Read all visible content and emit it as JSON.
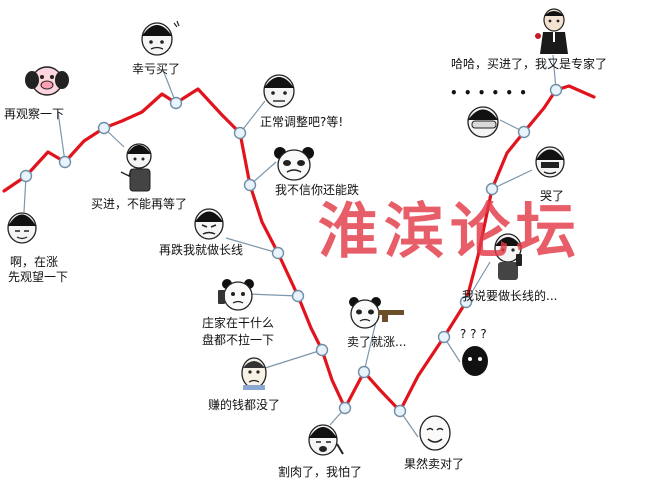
{
  "captions": {
    "zai_kan": "再观察一下",
    "xing_kui": "幸亏买了",
    "mai_jin": "买进，不能再等了",
    "zheng_chang": "正常调整吧?等!",
    "bu_xin": "我不信你还能跌",
    "zai_die": "再跌我就做长线",
    "a_zai_zhang_1": "啊，在涨",
    "a_zai_zhang_2": "先观望一下",
    "zhuang_jia_1": "庄家在干什么",
    "zhuang_jia_2": "盘都不拉一下",
    "zhuan_de": "赚的钱都没了",
    "ge_rou": "割肉了，我怕了",
    "mai_le": "卖了就涨...",
    "guo_ran": "果然卖对了",
    "question": "? ? ?",
    "zuo_chang": "我说要做长线的...",
    "ku_le": "哭了",
    "dots": "• • • • • •",
    "ha_ha": "哈哈，买进了，我又是专家了"
  },
  "watermark": "淮滨论坛",
  "colors": {
    "curve": "#e1141e",
    "node_fill": "#e9f3fb",
    "node_stroke": "#6f8ea6",
    "leader": "#7c96ac",
    "watermark": "#e23a48"
  }
}
